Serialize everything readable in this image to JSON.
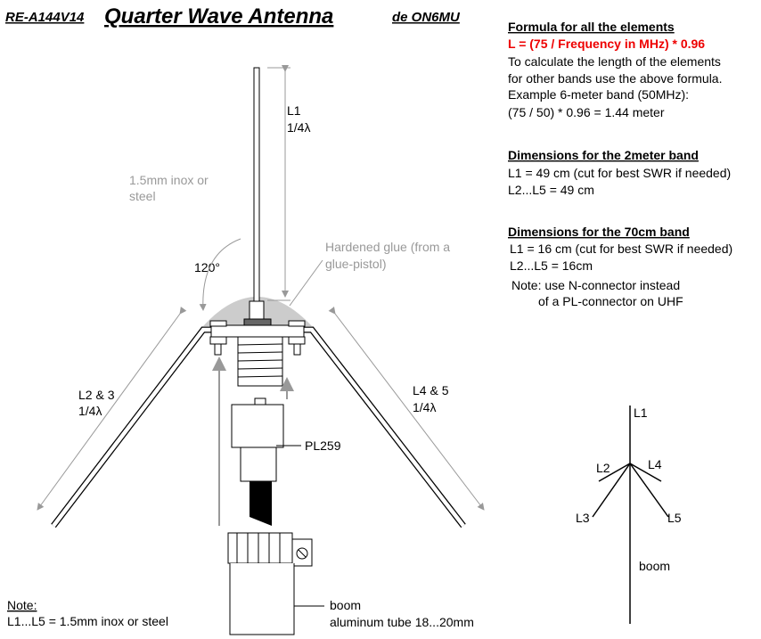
{
  "title": {
    "model": "RE-A144V14",
    "main": "Quarter Wave Antenna",
    "author": "de ON6MU"
  },
  "formula": {
    "heading": "Formula for all the elements",
    "equation": "L = (75 / Frequency in MHz) * 0.96",
    "lines": [
      "To calculate the length of the elements",
      "for other bands use the above formula.",
      "Example 6-meter band (50MHz):",
      "(75 / 50) * 0.96 = 1.44 meter"
    ]
  },
  "band_2m": {
    "heading": "Dimensions for the 2meter band",
    "lines": [
      "L1 = 49 cm (cut for  best SWR if needed)",
      "L2...L5 = 49 cm"
    ]
  },
  "band_70cm": {
    "heading": "Dimensions for the 70cm band",
    "lines": [
      "L1 = 16 cm (cut for  best SWR if needed)",
      "L2...L5 = 16cm",
      "Note: use N-connector instead",
      "of a PL-connector on UHF"
    ]
  },
  "labels": {
    "l1": "L1",
    "quarter": "1/4λ",
    "rod_material_1": "1.5mm inox or",
    "rod_material_2": "steel",
    "glue_1": "Hardened glue (from a",
    "glue_2": "glue-pistol)",
    "angle": "120°",
    "l23": "L2 & 3",
    "l45": "L4 & 5",
    "connector": "PL259",
    "boom": "boom",
    "boom_desc": "aluminum tube 18...20mm",
    "note_heading": "Note:",
    "note_text": "L1...L5 = 1.5mm inox or steel"
  },
  "schematic": {
    "l1": "L1",
    "l2": "L2",
    "l3": "L3",
    "l4": "L4",
    "l5": "L5",
    "boom": "boom"
  }
}
